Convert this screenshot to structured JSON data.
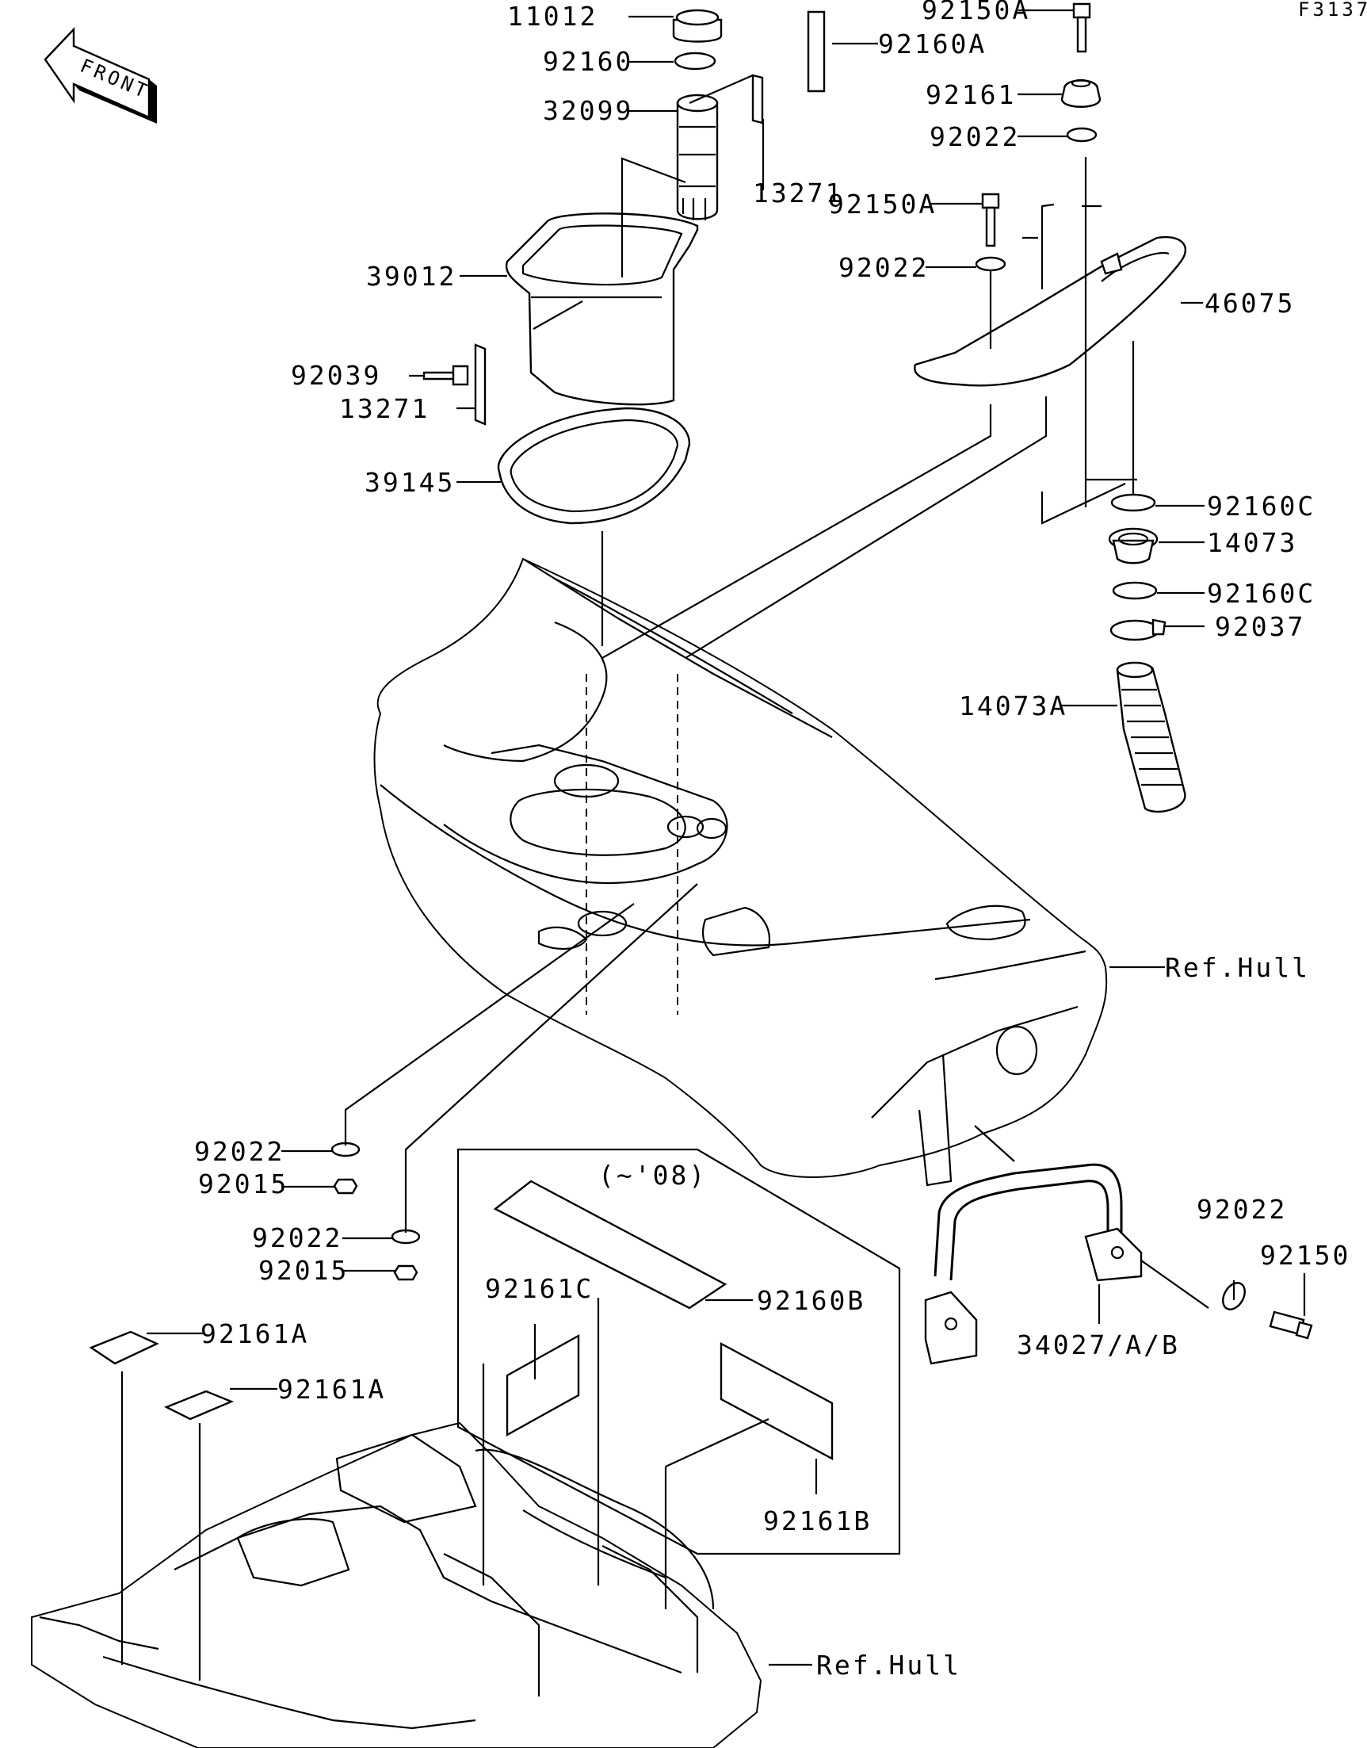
{
  "figure_code": "F3137",
  "front_badge": "FRONT",
  "note": "(~'08)",
  "callouts": {
    "p11012": "11012",
    "p92160": "92160",
    "p32099": "32099",
    "p13271a": "13271",
    "p39012": "39012",
    "p92039": "92039",
    "p13271b": "13271",
    "p39145": "39145",
    "p92150A_top": "92150A",
    "p92160A": "92160A",
    "p92161": "92161",
    "p92022_a": "92022",
    "p92150A_mid": "92150A",
    "p92022_b": "92022",
    "p46075": "46075",
    "p92160C_a": "92160C",
    "p14073": "14073",
    "p92160C_b": "92160C",
    "p92037": "92037",
    "p14073A": "14073A",
    "ref_hull_upper": "Ref.Hull",
    "p92022_c": "92022",
    "p92015_a": "92015",
    "p92022_d": "92022",
    "p92015_b": "92015",
    "p92161C": "92161C",
    "p92160B": "92160B",
    "p92161A_a": "92161A",
    "p92161A_b": "92161A",
    "p92161B": "92161B",
    "p92022_e": "92022",
    "p92150": "92150",
    "p34027": "34027/A/B",
    "ref_hull_lower": "Ref.Hull"
  }
}
